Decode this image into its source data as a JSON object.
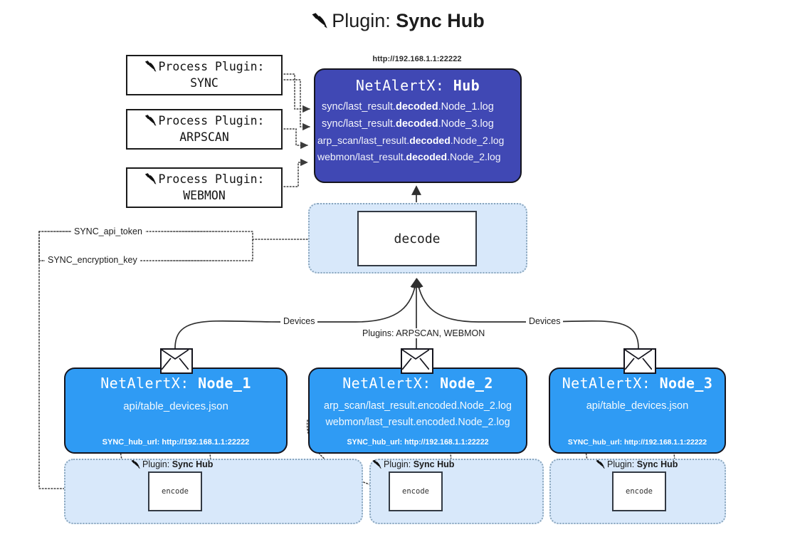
{
  "title": {
    "icon": "plug-icon",
    "prefix": "Plugin:",
    "name": "Sync Hub"
  },
  "process_plugins": [
    {
      "icon": "plug-icon",
      "label": "Process Plugin:",
      "plugin": "SYNC"
    },
    {
      "icon": "plug-icon",
      "label": "Process Plugin:",
      "plugin": "ARPSCAN"
    },
    {
      "icon": "plug-icon",
      "label": "Process Plugin:",
      "plugin": "WEBMON"
    }
  ],
  "hub": {
    "url": "http://192.168.1.1:22222",
    "title_prefix": "NetAlertX:",
    "title_name": "Hub",
    "logs": [
      {
        "pre": "sync/last_result.",
        "em": "decoded",
        "post": ".Node_1.log"
      },
      {
        "pre": "sync/last_result.",
        "em": "decoded",
        "post": ".Node_3.log"
      },
      {
        "pre": "arp_scan/last_result.",
        "em": "decoded",
        "post": ".Node_2.log"
      },
      {
        "pre": "webmon/last_result.",
        "em": "decoded",
        "post": ".Node_2.log"
      }
    ]
  },
  "decode": {
    "label": "decode"
  },
  "secrets": {
    "api_token": "SYNC_api_token",
    "encryption_key": "SYNC_encryption_key"
  },
  "edges": {
    "devices_left": "Devices",
    "devices_right": "Devices",
    "plugins_center": "Plugins: ARPSCAN, WEBMON"
  },
  "nodes": [
    {
      "title_prefix": "NetAlertX:",
      "title_name": "Node_1",
      "lines": [
        "api/table_devices.json"
      ],
      "hub_url": "SYNC_hub_url: http://192.168.1.1:22222",
      "envelope": "envelope-icon"
    },
    {
      "title_prefix": "NetAlertX:",
      "title_name": "Node_2",
      "lines": [
        "arp_scan/last_result.encoded.Node_2.log",
        "webmon/last_result.encoded.Node_2.log"
      ],
      "hub_url": "SYNC_hub_url: http://192.168.1.1:22222",
      "envelope": "envelope-icon"
    },
    {
      "title_prefix": "NetAlertX:",
      "title_name": "Node_3",
      "lines": [
        "api/table_devices.json"
      ],
      "hub_url": "SYNC_hub_url: http://192.168.1.1:22222",
      "envelope": "envelope-icon"
    }
  ],
  "encoders": [
    {
      "icon": "plug-icon",
      "label_prefix": "Plugin:",
      "label_name": "Sync Hub",
      "box": "encode"
    },
    {
      "icon": "plug-icon",
      "label_prefix": "Plugin:",
      "label_name": "Sync Hub",
      "box": "encode"
    },
    {
      "icon": "plug-icon",
      "label_prefix": "Plugin:",
      "label_name": "Sync Hub",
      "box": "encode"
    }
  ],
  "colors": {
    "hub": "#4048b4",
    "node": "#2f9bf4",
    "band": "#d8e8fa",
    "band_border": "#8aa6bd",
    "stroke": "#15151e"
  }
}
